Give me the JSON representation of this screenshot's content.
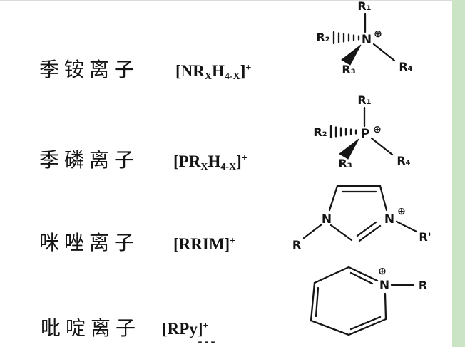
{
  "page": {
    "background": "#ffffff",
    "accent_strip_color": "#cbe4c6",
    "top_line_color": "#d4d7d0",
    "ink_color": "#161616"
  },
  "rows": [
    {
      "name": "quaternary-ammonium",
      "label": "季铵离子",
      "formula": {
        "open": "[NR",
        "sub1": "X",
        "mid": "H",
        "sub2": "4-X",
        "close": "]",
        "charge": "+"
      },
      "structure": {
        "center_atom": "N",
        "charge": "⊕",
        "r1": "R₁",
        "r2": "R₂",
        "r3": "R₃",
        "r4": "R₄"
      }
    },
    {
      "name": "quaternary-phosphonium",
      "label": "季磷离子",
      "formula": {
        "open": "[PR",
        "sub1": "X",
        "mid": "H",
        "sub2": "4-X",
        "close": "]",
        "charge": "+"
      },
      "structure": {
        "center_atom": "P",
        "charge": "⊕",
        "r1": "R₁",
        "r2": "R₂",
        "r3": "R₃",
        "r4": "R₄"
      }
    },
    {
      "name": "imidazolium",
      "label": "咪唑离子",
      "formula": {
        "open": "[RRIM",
        "close": "]",
        "charge": "+"
      },
      "structure": {
        "n_left": "N",
        "n_right": "N",
        "charge": "⊕",
        "r_left": "R",
        "r_right": "R'"
      }
    },
    {
      "name": "pyridinium",
      "label": "吡啶离子",
      "formula": {
        "open": "[RPy",
        "close": "]",
        "charge": "+"
      },
      "structure": {
        "n": "N",
        "charge": "⊕",
        "r": "R"
      },
      "dashes": "---"
    }
  ]
}
